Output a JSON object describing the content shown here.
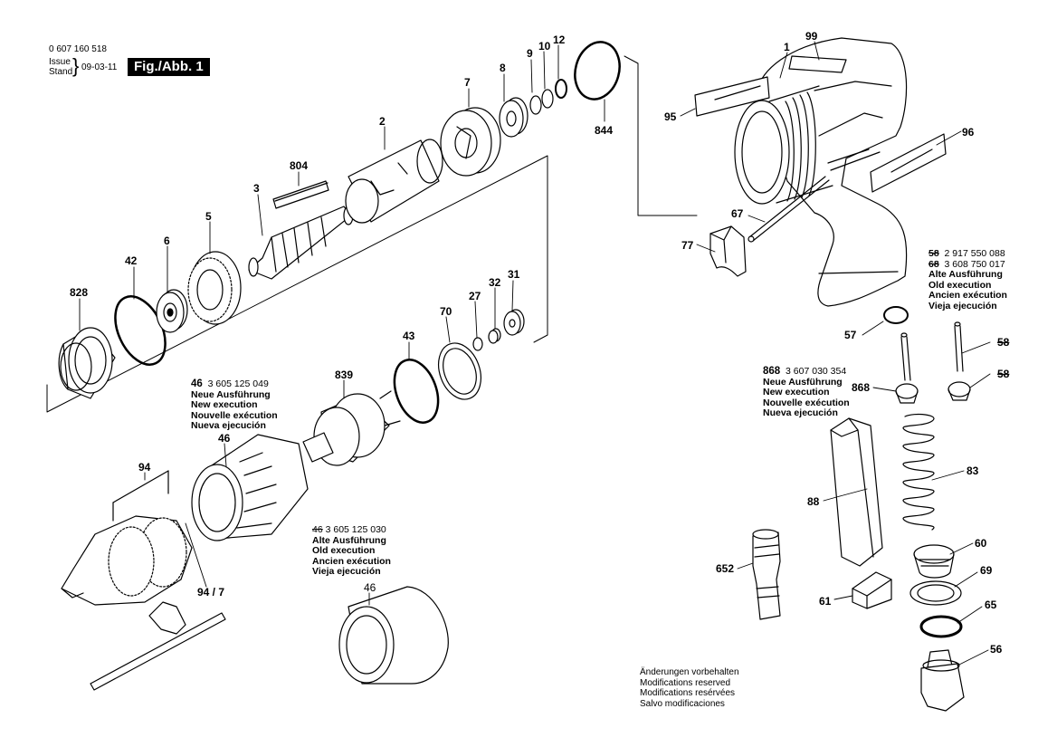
{
  "header": {
    "doc_number": "0 607 160 518",
    "issue_label": "Issue",
    "stand_label": "Stand",
    "brace": "}",
    "issue_date": "09-03-11",
    "figure": "Fig./Abb. 1"
  },
  "callouts": {
    "p1": "1",
    "p99": "99",
    "p95": "95",
    "p96": "96",
    "p67": "67",
    "p77": "77",
    "p2": "2",
    "p3": "3",
    "p804": "804",
    "p5": "5",
    "p6": "6",
    "p42": "42",
    "p828": "828",
    "p7": "7",
    "p8": "8",
    "p9": "9",
    "p10": "10",
    "p12": "12",
    "p844": "844",
    "p31": "31",
    "p32": "32",
    "p27": "27",
    "p70": "70",
    "p43": "43",
    "p839": "839",
    "p46": "46",
    "p46b": "46",
    "p94": "94",
    "p94_7": "94 / 7",
    "p57": "57",
    "p58": "58",
    "p58b": "58",
    "p868": "868",
    "p83": "83",
    "p88": "88",
    "p60": "60",
    "p69": "69",
    "p65": "65",
    "p56": "56",
    "p652": "652",
    "p61": "61"
  },
  "notes": {
    "n46_new": {
      "num": "46",
      "code": "3 605 125 049",
      "lines": [
        "Neue Ausführung",
        "New execution",
        "Nouvelle exécution",
        "Nueva ejecución"
      ]
    },
    "n46_old": {
      "num": "46",
      "code": "3 605 125 030",
      "lines": [
        "Alte Ausführung",
        "Old execution",
        "Ancien exécution",
        "Vieja ejecución"
      ]
    },
    "n868": {
      "num": "868",
      "code": "3 607 030 354",
      "lines": [
        "Neue Ausführung",
        "New execution",
        "Nouvelle exécution",
        "Nueva ejecución"
      ]
    },
    "n58": {
      "num1": "58",
      "code1": "2 917 550 088",
      "num2": "68",
      "code2": "3 608 750 017",
      "lines": [
        "Alte Ausführung",
        "Old execution",
        "Ancien exécution",
        "Vieja ejecución"
      ]
    }
  },
  "modifications": [
    "Änderungen vorbehalten",
    "Modifications reserved",
    "Modifications resérvées",
    "Salvo modificaciones"
  ]
}
